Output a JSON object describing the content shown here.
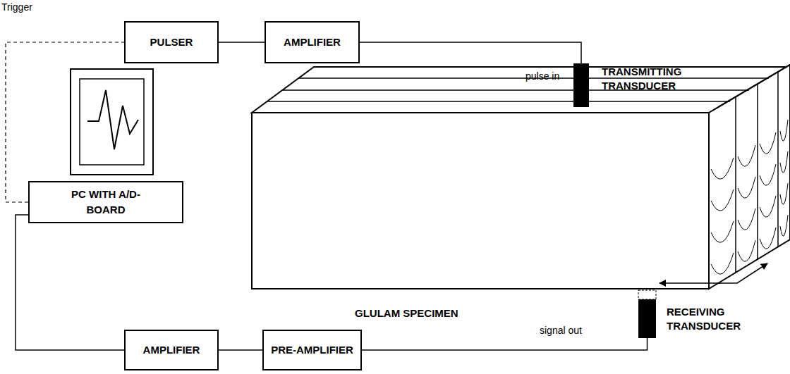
{
  "diagram": {
    "nodes": [
      {
        "text": [
          "PULSER"
        ]
      },
      {
        "text": [
          "AMPLIFIER"
        ]
      },
      {
        "text": [
          "TRANSMITTING TRANSDUCER"
        ]
      },
      {
        "text": [
          "PC WITH A/D-BOARD"
        ]
      },
      {
        "text": [
          "RECEIVING TRANSDUCER"
        ]
      },
      {
        "text": [
          "AMPLIFIER"
        ]
      },
      {
        "text": [
          "PRE-AMPLIFIER"
        ]
      }
    ],
    "edges": [
      {
        "from": 3,
        "to": 0,
        "arrow": "none",
        "label": "Trigger"
      },
      {
        "from": 0,
        "to": 1,
        "arrow": "none"
      },
      {
        "from": 1,
        "to": 2,
        "arrow": "none"
      },
      {
        "from": 4,
        "to": 6,
        "arrow": "none"
      },
      {
        "from": 6,
        "to": 5,
        "arrow": "none"
      },
      {
        "from": 5,
        "to": 3,
        "arrow": "none"
      }
    ],
    "labels": [
      "pulse in",
      "GLULAM SPECIMEN",
      "signal out"
    ]
  }
}
